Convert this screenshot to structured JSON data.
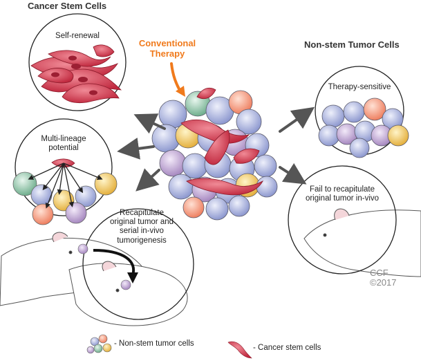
{
  "headers": {
    "cancer_stem_cells": "Cancer Stem Cells",
    "non_stem_tumor_cells": "Non-stem Tumor Cells"
  },
  "therapy": {
    "line1": "Conventional",
    "line2": "Therapy"
  },
  "circles": {
    "self_renewal": "Self-renewal",
    "multi_lineage_1": "Multi-lineage",
    "multi_lineage_2": "potential",
    "recap_1": "Recapitulate",
    "recap_2": "original tumor and",
    "recap_3": "serial in-vivo",
    "recap_4": "tumorigenesis",
    "therapy_sensitive": "Therapy-sensitive",
    "fail_1": "Fail to recapitulate",
    "fail_2": "original tumor in-vivo"
  },
  "legend": {
    "non_stem": "- Non-stem tumor cells",
    "stem": "- Cancer stem cells"
  },
  "credit": {
    "line1": "CCF",
    "line2": "©2017"
  },
  "colors": {
    "stem_cell": "#d83a4f",
    "blue_cell": "#a9b3e0",
    "peach_cell": "#f6a184",
    "yellow_cell": "#f2c95d",
    "green_cell": "#8ec8a9",
    "violet_cell": "#c3a8d6",
    "therapy_orange": "#f07a1c",
    "arrow": "#555555"
  }
}
